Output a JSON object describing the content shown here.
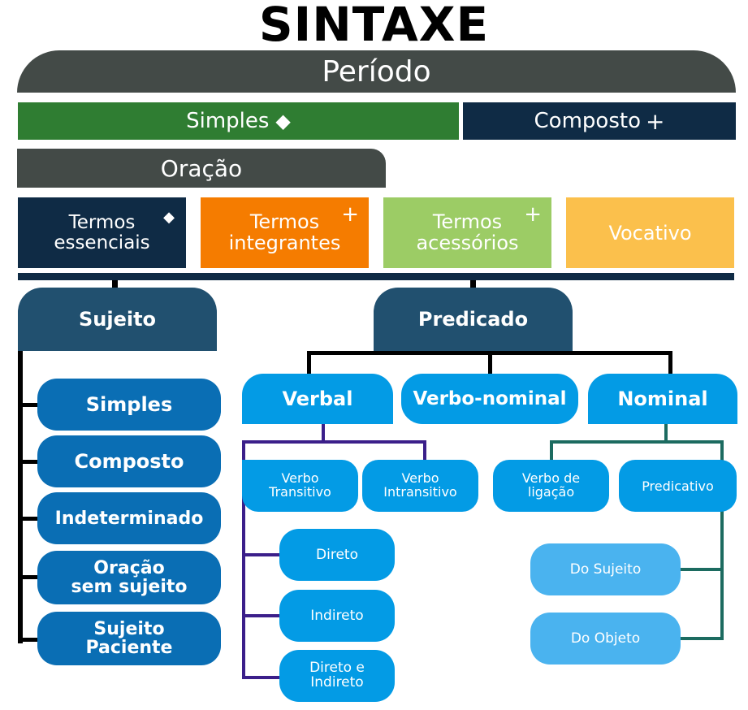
{
  "title": "SINTAXE",
  "periodo": "Período",
  "simples": "Simples",
  "composto": "Composto",
  "oracao": "Oração",
  "termos": {
    "essenciais": "Termos\nessenciais",
    "integrantes": "Termos\nintegrantes",
    "acessorios": "Termos\nacessórios",
    "vocativo": "Vocativo"
  },
  "symbols": {
    "diamond": "◆",
    "plus": "+"
  },
  "sujeito": {
    "label": "Sujeito",
    "items": [
      "Simples",
      "Composto",
      "Indeterminado",
      "Oração\nsem sujeito",
      "Sujeito\nPaciente"
    ]
  },
  "predicado": {
    "label": "Predicado",
    "types": {
      "verbal": "Verbal",
      "verbo_nominal": "Verbo-nominal",
      "nominal": "Nominal"
    },
    "verbal_sub": {
      "transitivo": "Verbo\nTransitivo",
      "intransitivo": "Verbo\nIntransitivo"
    },
    "transitivo_items": [
      "Direto",
      "Indireto",
      "Direto e\nIndireto"
    ],
    "nominal_sub": {
      "ligacao": "Verbo de\nligação",
      "predicativo": "Predicativo"
    },
    "predicativo_items": [
      "Do Sujeito",
      "Do Objeto"
    ]
  },
  "colors": {
    "dark_gray": "#434a47",
    "navy": "#0f2b45",
    "green": "#2f7d32",
    "orange": "#f57c00",
    "light_green": "#9ccc65",
    "yellow": "#fbc04c",
    "steel_blue": "#21506f",
    "mid_blue": "#0a6eb4",
    "bright_blue": "#039be5",
    "light_blue": "#4ab3ef",
    "purple": "#3b1f8a",
    "teal": "#1c6b60"
  }
}
